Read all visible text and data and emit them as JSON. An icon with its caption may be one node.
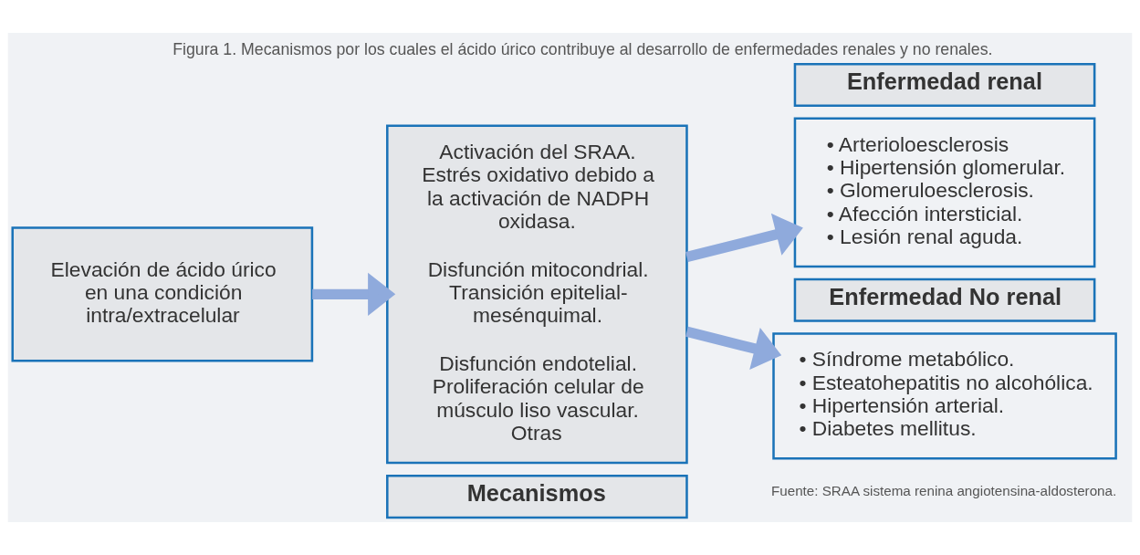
{
  "diagram": {
    "title": "Figura 1. Mecanismos por los cuales el ácido úrico contribuye al desarrollo de enfermedades renales y no renales.",
    "caption": "Fuente: SRAA sistema renina angiotensina-aldosterona.",
    "nodes": [
      {
        "text": [
          "Elevación de ácido úrico en una condición intra/extracelular"
        ]
      },
      {
        "text": [
          "Mecanismos"
        ]
      },
      {
        "text": [
          "Activación del SRAA. Estrés oxidativo debido a la activación de NADPH oxidasa.",
          "Disfunción mitocondrial. Transición epitelial-mesénquimal.",
          "Disfunción endotelial. Proliferación celular de músculo liso vascular. Otras"
        ]
      },
      {
        "text": [
          "Enfermedad renal"
        ]
      },
      {
        "text": [
          "• Arterioloesclerosis",
          "• Hipertensión glomerular.",
          "• Glomeruloesclerosis.",
          "• Afección intersticial.",
          "• Lesión renal aguda."
        ]
      },
      {
        "text": [
          "Enfermedad No renal"
        ]
      },
      {
        "text": [
          "• Síndrome metabólico.",
          "• Esteatohepatitis no alcohólica.",
          "• Hipertensión arterial.",
          "• Diabetes mellitus."
        ]
      }
    ],
    "edges": [
      {
        "from": 0,
        "to": 2,
        "arrow": "to"
      },
      {
        "from": 2,
        "to": 4,
        "arrow": "to"
      },
      {
        "from": 2,
        "to": 6,
        "arrow": "to"
      }
    ]
  }
}
